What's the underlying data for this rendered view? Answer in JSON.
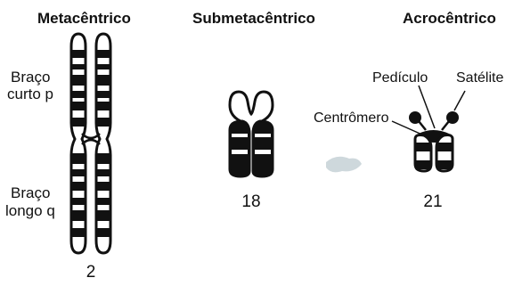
{
  "headers": {
    "metacentric": "Metacêntrico",
    "submetacentric": "Submetacêntrico",
    "acrocentric": "Acrocêntrico"
  },
  "arm_labels": {
    "short_arm": [
      "Braço",
      "curto p"
    ],
    "long_arm": [
      "Braço",
      "longo q"
    ]
  },
  "chromosome_numbers": {
    "metacentric": "2",
    "submetacentric": "18",
    "acrocentric": "21"
  },
  "annotations": {
    "stalk": "Pedículo",
    "satellite": "Satélite",
    "centromere": "Centrômero"
  },
  "colors": {
    "ink": "#111111",
    "band": "#111111",
    "fill": "#ffffff",
    "smudge": "#b9c7cd"
  }
}
